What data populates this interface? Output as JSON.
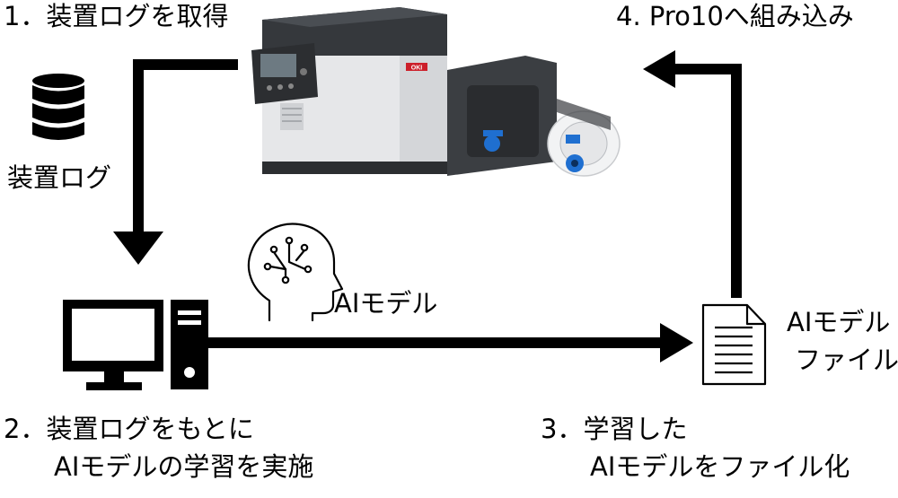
{
  "steps": {
    "step1": "1．装置ログを取得",
    "step2_line1": "2．装置ログをもとに",
    "step2_line2": "AIモデルの学習を実施",
    "step3_line1": "3．学習した",
    "step3_line2": "AIモデルをファイル化",
    "step4": "4. Pro10へ組み込み"
  },
  "labels": {
    "device_log": "装置ログ",
    "ai_model": "AIモデル",
    "ai_model_file_line1": "AIモデル",
    "ai_model_file_line2": "ファイル"
  },
  "printer_logo": "OKI",
  "icons": [
    "database-icon",
    "ai-head-icon",
    "desktop-computer-icon",
    "document-file-icon",
    "label-printer-image"
  ]
}
